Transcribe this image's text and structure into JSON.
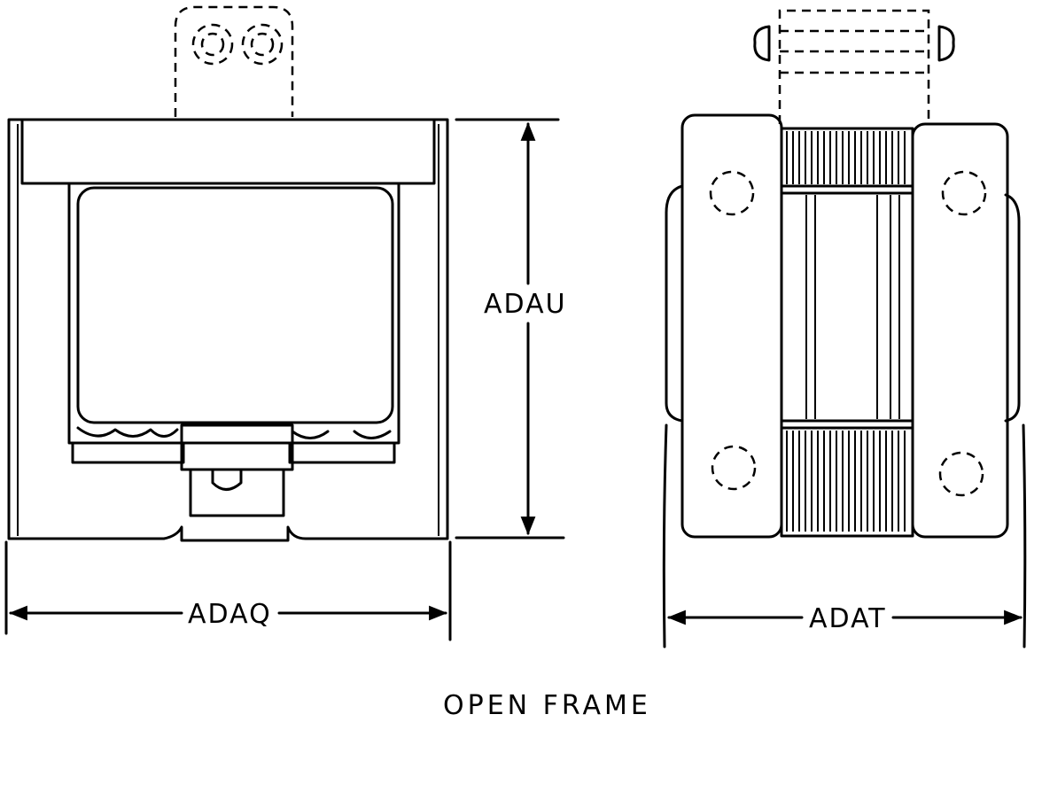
{
  "dimensions": {
    "height": "ADAU",
    "width_front": "ADAQ",
    "width_side": "ADAT"
  },
  "caption": "OPEN FRAME"
}
